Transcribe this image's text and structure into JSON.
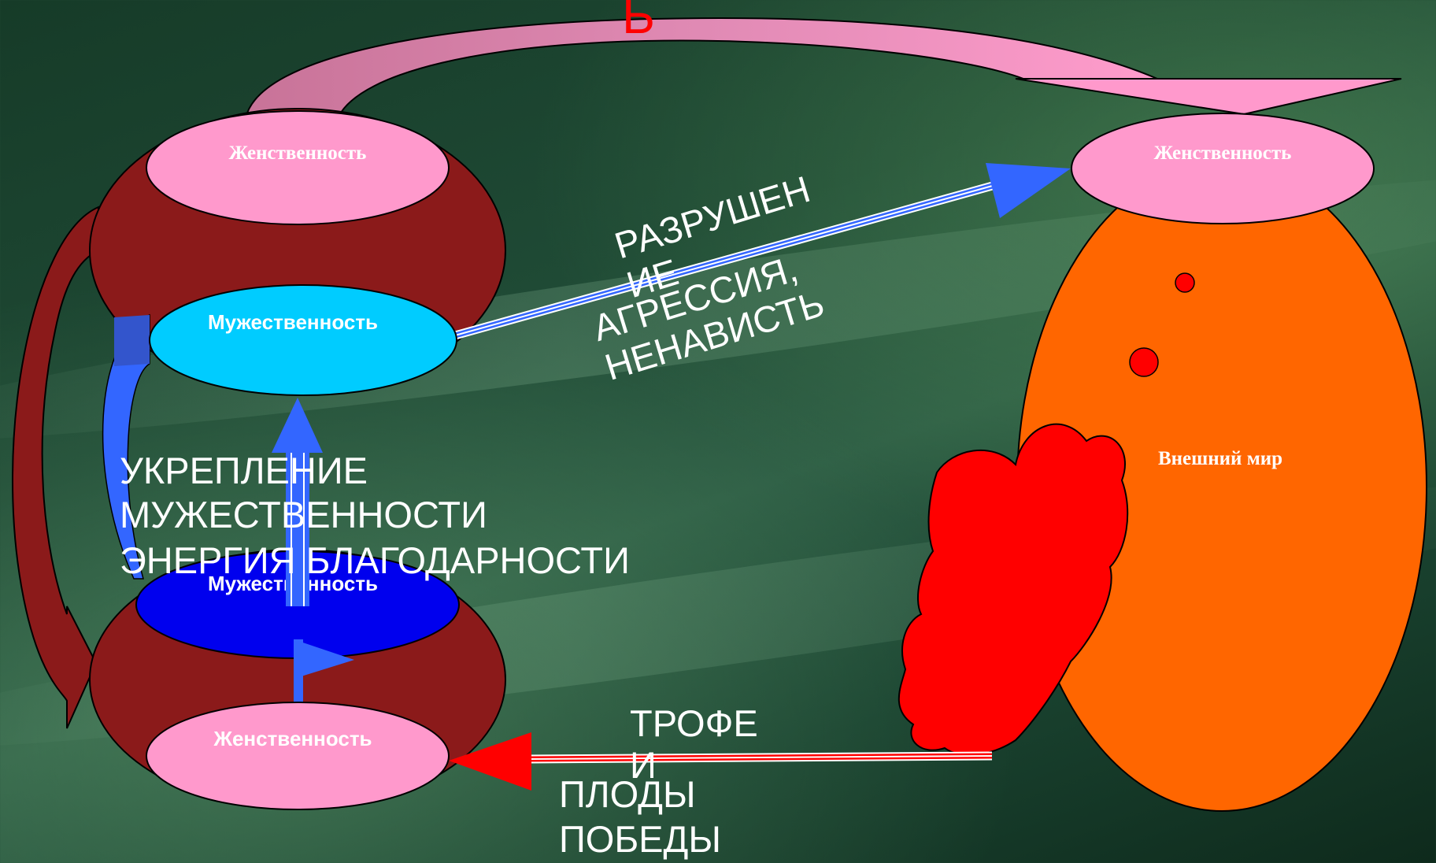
{
  "nodes": {
    "top_left_feminine": "Женственность",
    "top_left_masculine": "Мужественность",
    "bottom_left_masculine": "Мужественность",
    "bottom_left_feminine": "Женственность",
    "right_feminine": "Женственность",
    "outer_world": "Внешний мир"
  },
  "labels": {
    "top_fragment": "Ь",
    "destruction_line1": "РАЗРУШЕН",
    "destruction_line2": "ИЕ",
    "aggression_line1": "АГРЕССИЯ,",
    "aggression_line2": "НЕНАВИСТЬ",
    "strengthening_line1": "УКРЕПЛЕНИЕ",
    "strengthening_line2": "МУЖЕСТВЕННОСТИ",
    "strengthening_line3": "ЭНЕРГИЯ БЛАГОДАРНОСТИ",
    "trophies_line1": "ТРОФЕ",
    "trophies_line2": "И",
    "fruits_line1": "ПЛОДЫ",
    "fruits_line2": "ПОБЕДЫ"
  },
  "colors": {
    "feminine": "#ff99cc",
    "masculine_light": "#00ccff",
    "masculine_dark": "#0000ee",
    "body_dark_red": "#8b1a1a",
    "outer_world": "#ff6600",
    "blob_red": "#ff0000",
    "arrow_blue": "#3366ff",
    "arrow_pink": "#ff99cc",
    "arrow_red": "#ff0000"
  }
}
